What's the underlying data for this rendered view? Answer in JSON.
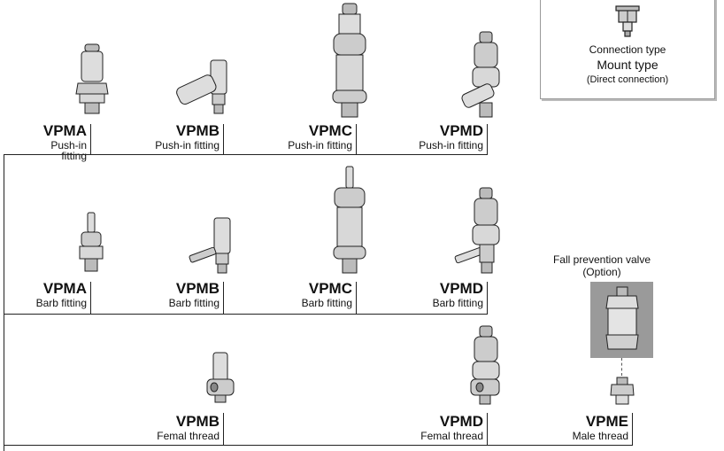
{
  "legend": {
    "line1": "Connection type",
    "line2": "Mount type",
    "line3": "(Direct connection)",
    "icon": "mount-type-icon"
  },
  "rows": [
    {
      "items": [
        {
          "code": "VPMA",
          "type": "Push-in fitting"
        },
        {
          "code": "VPMB",
          "type": "Push-in fitting"
        },
        {
          "code": "VPMC",
          "type": "Push-in fitting"
        },
        {
          "code": "VPMD",
          "type": "Push-in fitting"
        }
      ]
    },
    {
      "items": [
        {
          "code": "VPMA",
          "type": "Barb fitting"
        },
        {
          "code": "VPMB",
          "type": "Barb fitting"
        },
        {
          "code": "VPMC",
          "type": "Barb fitting"
        },
        {
          "code": "VPMD",
          "type": "Barb fitting"
        }
      ]
    },
    {
      "items": [
        {
          "code": "VPMB",
          "type": "Femal thread"
        },
        {
          "code": "VPMD",
          "type": "Femal thread"
        },
        {
          "code": "VPME",
          "type": "Male thread"
        }
      ]
    }
  ],
  "option": {
    "line1": "Fall prevention valve",
    "line2": "(Option)"
  },
  "colors": {
    "metal": "#d6d6d6",
    "metal_dark": "#9a9a9a",
    "line": "#222222",
    "option_bg": "#9a9a9a"
  }
}
